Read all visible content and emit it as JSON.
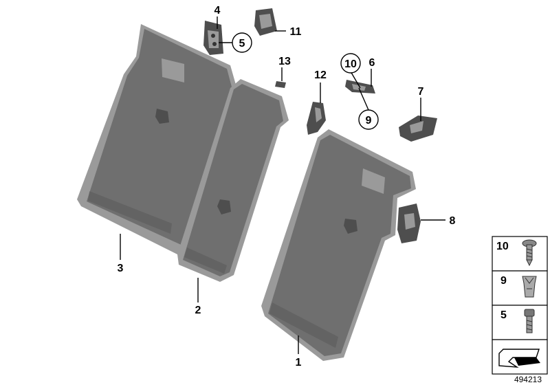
{
  "callouts": {
    "c1": "1",
    "c2": "2",
    "c3": "3",
    "c4": "4",
    "c5": "5",
    "c6": "6",
    "c7": "7",
    "c8": "8",
    "c9": "9",
    "c10": "10",
    "c11": "11",
    "c12": "12",
    "c13": "13"
  },
  "legend": {
    "item_10": "10",
    "item_9": "9",
    "item_5": "5"
  },
  "drawing_number": "494213"
}
